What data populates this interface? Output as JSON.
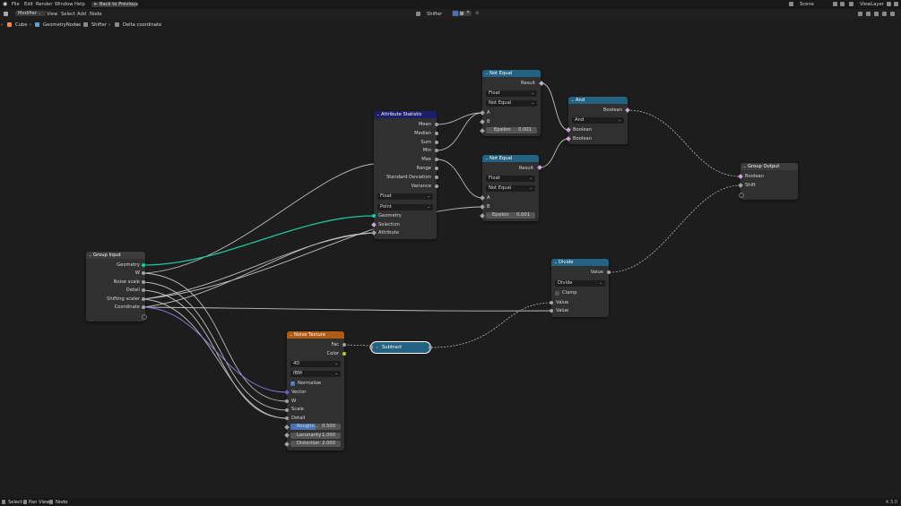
{
  "menubar": {
    "file": "File",
    "edit": "Edit",
    "render": "Render",
    "window": "Window",
    "help": "Help",
    "back_button": "Back to Previous",
    "scene": "Scene",
    "view_layer": "ViewLayer"
  },
  "header": {
    "editor_mode": "Modifier",
    "view": "View",
    "select": "Select",
    "add": "Add",
    "node": "Node",
    "node_group": "Shifter"
  },
  "breadcrumb": [
    "Cube",
    "GeometryNodes",
    "Shifter",
    "Delta coordinate"
  ],
  "status": {
    "select": "Select",
    "pan_view": "Pan View",
    "node": "Node",
    "version": "4.3.0"
  },
  "colors": {
    "float_socket": "#a1a1a1",
    "geometry_socket": "#00d6a3",
    "boolean_socket": "#cca6d6",
    "vector_socket": "#6363c7",
    "color_socket": "#c7c729",
    "geometry_link": "#1cc699",
    "link": "#b4b4b4",
    "header_utility": "#246283",
    "header_geometry": "#1d1d6b",
    "header_group": "#3c3c3c",
    "header_texture": "#b05b15",
    "header_output": "#3c3c3c",
    "selection_outline": "#ffffff"
  },
  "group_input": {
    "title": "Group Input",
    "outputs": [
      "Geometry",
      "W",
      "Noise scale",
      "Detail",
      "Shifting scaler",
      "Coordinate"
    ]
  },
  "attribute_statistic": {
    "title": "Attribute Statistic",
    "outputs": [
      "Mean",
      "Median",
      "Sum",
      "Min",
      "Max",
      "Range",
      "Standard Deviation",
      "Variance"
    ],
    "data_type": "Float",
    "domain": "Point",
    "inputs": [
      "Geometry",
      "Selection",
      "Attribute"
    ]
  },
  "not_equal_1": {
    "title": "Not Equal",
    "output": "Result",
    "data_type": "Float",
    "mode": "Not Equal",
    "input_a": "A",
    "input_b": "B",
    "epsilon_label": "Epsilon",
    "epsilon_value": "0.001"
  },
  "not_equal_2": {
    "title": "Not Equal",
    "output": "Result",
    "data_type": "Float",
    "mode": "Not Equal",
    "input_a": "A",
    "input_b": "B",
    "epsilon_label": "Epsilon",
    "epsilon_value": "0.001"
  },
  "and_node": {
    "title": "And",
    "output": "Boolean",
    "mode": "And",
    "inputs": [
      "Boolean",
      "Boolean"
    ]
  },
  "group_output": {
    "title": "Group Output",
    "inputs": [
      "Boolean",
      "Shift"
    ]
  },
  "divide": {
    "title": "Divide",
    "output": "Value",
    "mode": "Divide",
    "clamp_label": "Clamp",
    "clamp_checked": false,
    "inputs": [
      "Value",
      "Value"
    ]
  },
  "noise_texture": {
    "title": "Noise Texture",
    "outputs": [
      "Fac",
      "Color"
    ],
    "dimensions": "4D",
    "noise_type": "fBM",
    "normalize_label": "Normalize",
    "normalize_checked": true,
    "inputs": [
      "Vector",
      "W",
      "Scale",
      "Detail"
    ],
    "roughness_label": "Roughn...",
    "roughness_value": "0.500",
    "lacunarity_label": "Lacunarity",
    "lacunarity_value": "1.000",
    "distortion_label": "Distortion",
    "distortion_value": "2.000",
    "roughness_fill": 0.5
  },
  "subtract": {
    "title": "Subtract"
  }
}
